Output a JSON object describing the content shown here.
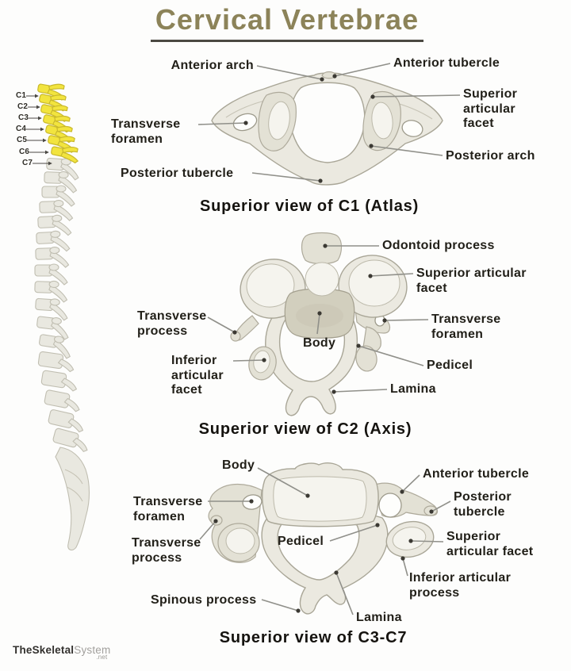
{
  "title": "Cervical Vertebrae",
  "spine": {
    "labels": [
      "C1",
      "C2",
      "C3",
      "C4",
      "C5",
      "C6",
      "C7"
    ],
    "highlight_color": "#f2e43e"
  },
  "sections": {
    "c1": {
      "caption": "Superior view of C1 (Atlas)",
      "labels": {
        "anterior_arch": "Anterior arch",
        "anterior_tubercle": "Anterior tubercle",
        "superior_articular_facet": "Superior articular facet",
        "transverse_foramen": "Transverse foramen",
        "posterior_arch": "Posterior arch",
        "posterior_tubercle": "Posterior tubercle"
      }
    },
    "c2": {
      "caption": "Superior view of C2 (Axis)",
      "labels": {
        "odontoid_process": "Odontoid process",
        "superior_articular_facet": "Superior articular facet",
        "transverse_process": "Transverse process",
        "transverse_foramen": "Transverse foramen",
        "body": "Body",
        "inferior_articular_facet": "Inferior articular facet",
        "pedicel": "Pedicel",
        "lamina": "Lamina"
      }
    },
    "c3c7": {
      "caption": "Superior view of C3-C7",
      "labels": {
        "body": "Body",
        "anterior_tubercle": "Anterior tubercle",
        "transverse_foramen": "Transverse foramen",
        "posterior_tubercle": "Posterior tubercle",
        "transverse_process": "Transverse process",
        "pedicel": "Pedicel",
        "superior_articular_facet": "Superior articular facet",
        "inferior_articular_process": "Inferior articular process",
        "spinous_process": "Spinous process",
        "lamina": "Lamina"
      }
    }
  },
  "watermark": {
    "bold": "TheSkeletal",
    "light": "System",
    "suffix": ".net"
  },
  "colors": {
    "title": "#8c8359",
    "title_underline": "#4b4942",
    "label_text": "#222019",
    "bone_fill": "#ebe9e0",
    "bone_outline": "#a9a697",
    "cervical_highlight": "#f2e43e",
    "leader_line": "#90908a"
  }
}
